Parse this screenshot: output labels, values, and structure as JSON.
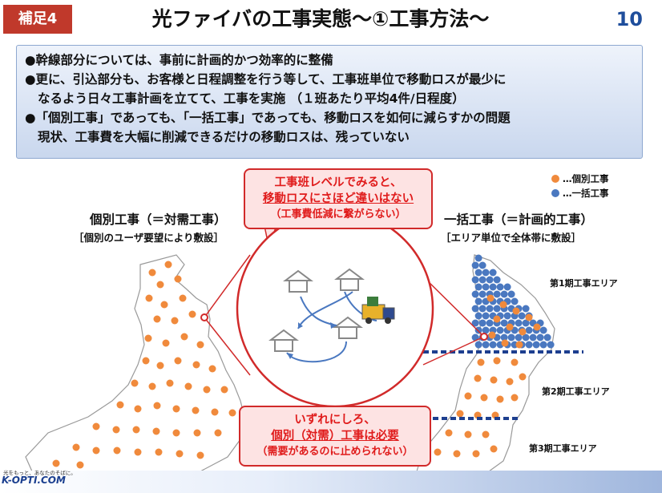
{
  "header": {
    "badge": "補足4",
    "title": "光ファイバの工事実態～①工事方法～",
    "page_number": "10"
  },
  "summary": {
    "lines": [
      "●幹線部分については、事前に計画的かつ効率的に整備",
      "●更に、引込部分も、お客様と日程調整を行う等して、工事班単位で移動ロスが最少に",
      "なるよう日々工事計画を立てて、工事を実施 （１班あたり平均4件/日程度）",
      "●「個別工事」であっても、「一括工事」であっても、移動ロスを如何に減らすかの問題",
      "現状、工事費を大幅に削減できるだけの移動ロスは、残っていない"
    ]
  },
  "callout_top": {
    "line1": "工事班レベルでみると、",
    "line2": "移動ロスにさほど違いはない",
    "line3": "（工事費低減に繋がらない）"
  },
  "callout_bottom": {
    "line1": "いずれにしろ、",
    "line2": "個別（対需）工事は必要",
    "line3": "（需要があるのに止められない）"
  },
  "left_panel": {
    "title": "個別工事（＝対需工事）",
    "subtitle": "［個別のユーザ要望により敷設］"
  },
  "right_panel": {
    "title": "一括工事（＝計画的工事）",
    "subtitle": "［エリア単位で全体帯に敷設］",
    "areas": [
      "第1期工事エリア",
      "第2期工事エリア",
      "第3期工事エリア"
    ]
  },
  "legend": {
    "individual": "…個別工事",
    "bulk": "…一括工事",
    "individual_color": "#f08a3c",
    "bulk_color": "#4a78c0"
  },
  "footer": {
    "tagline": "光をもっと、あなたのそばに。",
    "logo": "K-OPTI.COM"
  }
}
